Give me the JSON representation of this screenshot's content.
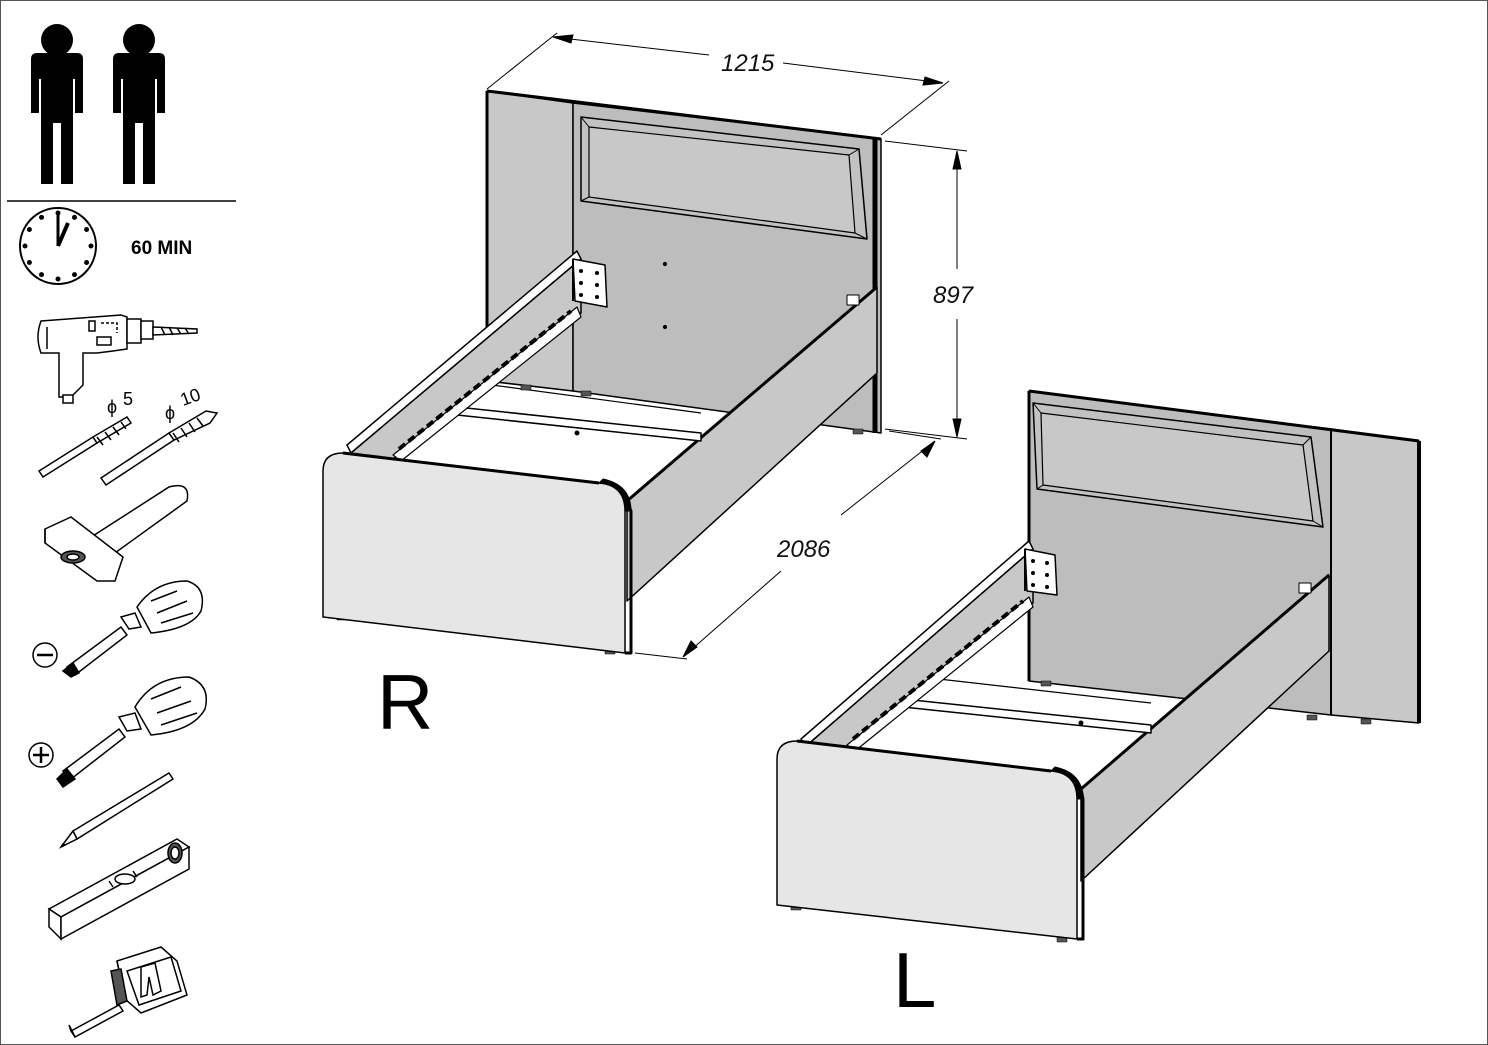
{
  "assembly": {
    "persons": 2,
    "time_label": "60 MIN",
    "drill_bits": [
      {
        "symbol": "ϕ",
        "size": "5"
      },
      {
        "symbol": "ϕ",
        "size": "10"
      }
    ],
    "tools": [
      "drill-icon",
      "drill-bit-icon",
      "hammer-icon",
      "flat-screwdriver-icon",
      "phillips-screwdriver-icon",
      "pencil-icon",
      "spirit-level-icon",
      "tape-measure-icon"
    ],
    "screwdriver_symbols": {
      "flat": "⊖",
      "phillips": "⊕"
    }
  },
  "dimensions": {
    "width": "1215",
    "height": "897",
    "length": "2086"
  },
  "variants": {
    "right": "R",
    "left": "L"
  },
  "colors": {
    "panel_dark": "#bdbdbd",
    "panel_mid": "#c8c8c8",
    "panel_light": "#e6e6e6",
    "line": "#000000"
  }
}
